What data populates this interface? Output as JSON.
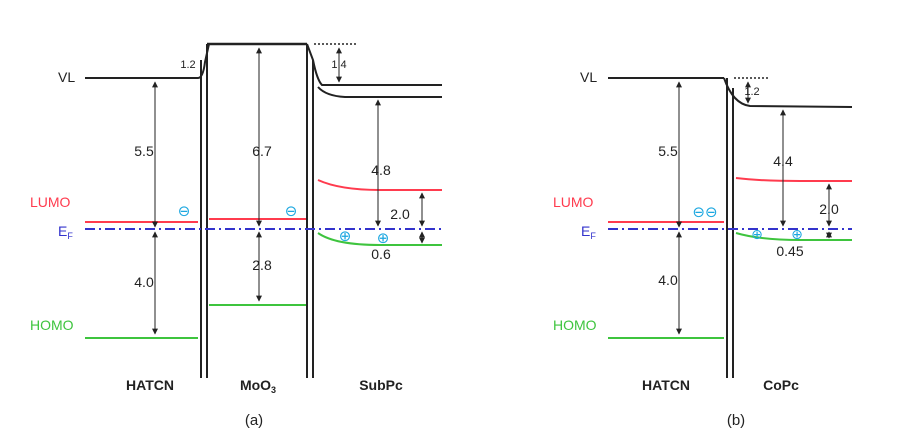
{
  "colors": {
    "lumo": "#ff3b4e",
    "homo": "#3ec43e",
    "fermi": "#3333cc",
    "charge": "#1ba7e0",
    "line": "#222222"
  },
  "panel_a": {
    "caption": "(a)",
    "labels": {
      "vl": "VL",
      "lumo": "LUMO",
      "ef": "E",
      "ef_sub": "F",
      "homo": "HOMO"
    },
    "materials": {
      "m1": "HATCN",
      "m2": "MoO",
      "m2_sub": "3",
      "m3": "SubPc"
    },
    "values": {
      "hatcn_wf": "5.5",
      "hatcn_homo": "4.0",
      "shift_hatcn_moo3": "1.2",
      "moo3_wf": "6.7",
      "moo3_homo": "2.8",
      "shift_moo3_subpc": "1.4",
      "subpc_lumo": "4.8",
      "subpc_gap": "2.0",
      "subpc_homo": "0.6"
    },
    "charges": {
      "electron": "⊖",
      "hole": "⊕"
    }
  },
  "panel_b": {
    "caption": "(b)",
    "labels": {
      "vl": "VL",
      "lumo": "LUMO",
      "ef": "E",
      "ef_sub": "F",
      "homo": "HOMO"
    },
    "materials": {
      "m1": "HATCN",
      "m2": "CoPc"
    },
    "values": {
      "hatcn_wf": "5.5",
      "hatcn_homo": "4.0",
      "shift_hatcn_copc": "1.2",
      "copc_lumo": "4.4",
      "copc_gap": "2.0",
      "copc_homo": "0.45"
    },
    "charges": {
      "electrons": "⊖⊖",
      "hole": "⊕"
    }
  }
}
